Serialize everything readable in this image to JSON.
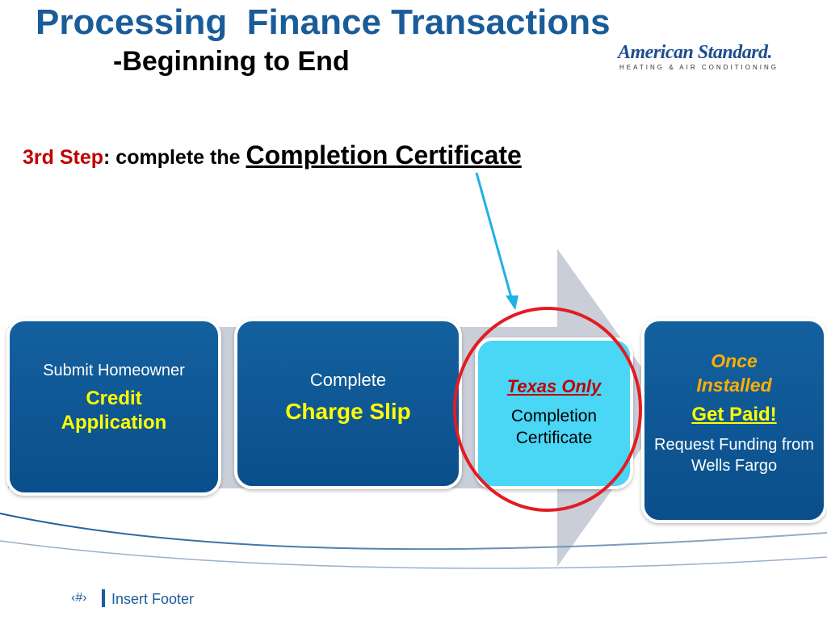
{
  "header": {
    "title": "Processing  Finance Transactions",
    "subtitle": "-Beginning to End"
  },
  "logo": {
    "brand": "American Standard.",
    "tagline": "HEATING & AIR CONDITIONING"
  },
  "step": {
    "label": "3rd Step",
    "text": ": complete the ",
    "link": "Completion Certificate"
  },
  "cards": [
    {
      "line1": "Submit Homeowner",
      "line2": "Credit Application"
    },
    {
      "line1": "Complete",
      "line2": "Charge Slip"
    },
    {
      "line1": "Texas Only",
      "line2": "Completion Certificate"
    },
    {
      "line1": "Once Installed",
      "line2": "Get Paid!",
      "line3": "Request Funding from Wells Fargo"
    }
  ],
  "footer": {
    "number": "‹#›",
    "text": "Insert Footer"
  },
  "colors": {
    "title_blue": "#1a5c99",
    "card_dark": "#0b5394",
    "card_light": "#4ad6f5",
    "highlight_yellow": "#ffff00",
    "highlight_orange": "#ffae00",
    "accent_red": "#c00000",
    "circle_red": "#e41b23",
    "arrow_blue": "#1fb0e6"
  }
}
